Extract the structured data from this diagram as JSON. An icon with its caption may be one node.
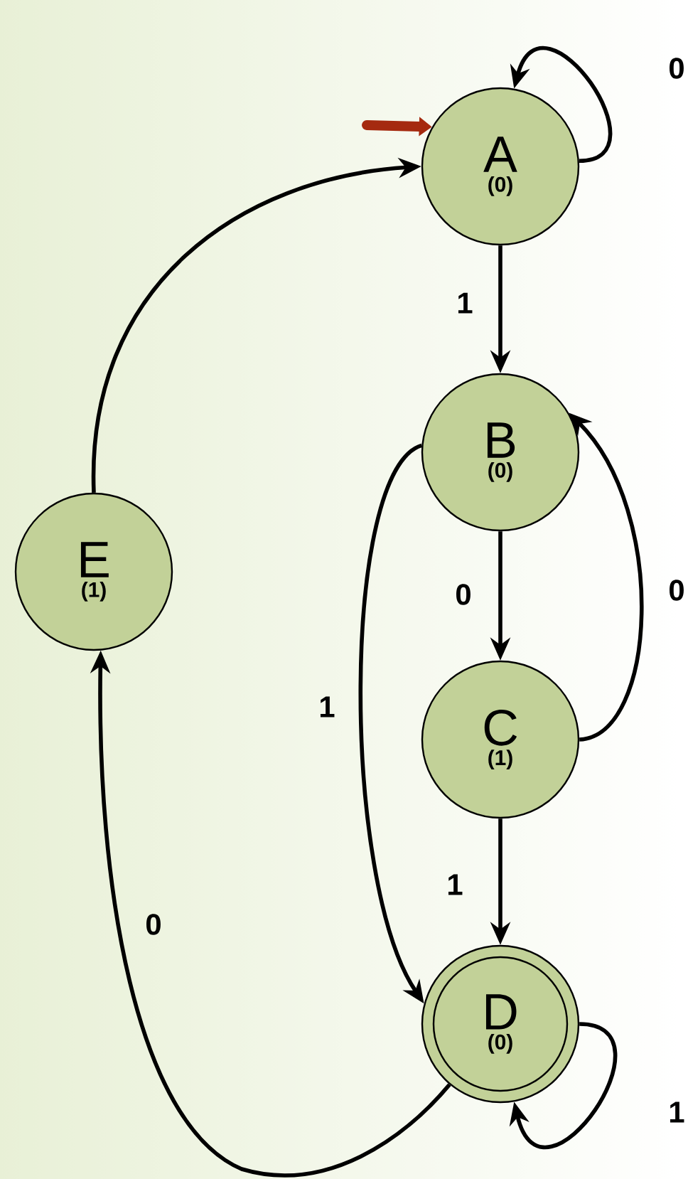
{
  "diagram": {
    "nodes": [
      {
        "text": [
          "A",
          "(0)"
        ]
      },
      {
        "text": [
          "B",
          "(0)"
        ]
      },
      {
        "text": [
          "C",
          "(1)"
        ]
      },
      {
        "text": [
          "D",
          "(0)"
        ]
      },
      {
        "text": [
          "E",
          "(1)"
        ]
      }
    ],
    "edges": [
      {
        "from": null,
        "to": 0,
        "arrow": "to",
        "style": "thick",
        "color": "#a52a10"
      },
      {
        "from": 0,
        "to": 0,
        "arrow": "to",
        "label": "0"
      },
      {
        "from": 0,
        "to": 1,
        "arrow": "to",
        "label": "1"
      },
      {
        "from": 1,
        "to": 2,
        "arrow": "to",
        "label": "0"
      },
      {
        "from": 2,
        "to": 1,
        "arrow": "to",
        "label": "0"
      },
      {
        "from": 1,
        "to": 3,
        "arrow": "to",
        "label": "1"
      },
      {
        "from": 2,
        "to": 3,
        "arrow": "to",
        "label": "1"
      },
      {
        "from": 3,
        "to": 3,
        "arrow": "to",
        "label": "1"
      },
      {
        "from": 3,
        "to": 4,
        "arrow": "to",
        "label": "0"
      },
      {
        "from": 4,
        "to": 0,
        "arrow": "to"
      }
    ]
  }
}
